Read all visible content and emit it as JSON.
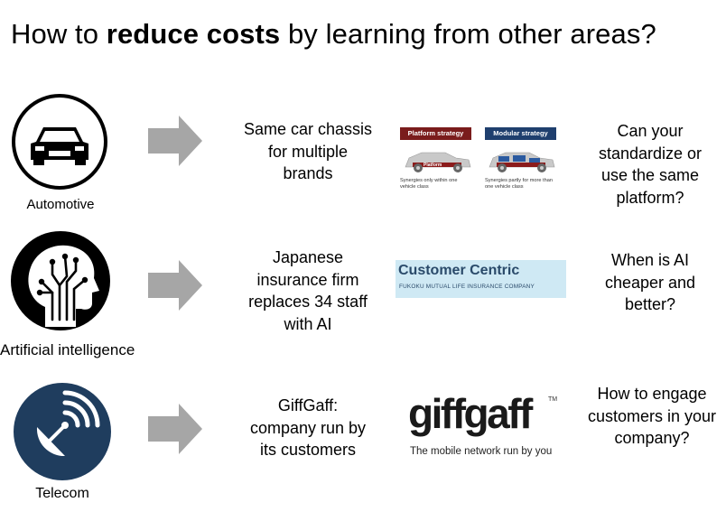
{
  "title": {
    "prefix": "How to ",
    "bold": "reduce costs",
    "suffix": " by learning from other areas?"
  },
  "rows": [
    {
      "icon": "car-icon",
      "area": "Automotive",
      "description": [
        "Same car chassis",
        "for multiple",
        "brands"
      ],
      "question": [
        "Can your",
        "standardize or",
        "use the same",
        "platform?"
      ]
    },
    {
      "icon": "ai-head-icon",
      "area": "Artificial intelligence",
      "description": [
        "Japanese",
        "insurance firm",
        "replaces 34 staff",
        "with AI"
      ],
      "question": [
        "When is AI",
        "cheaper and",
        "better?"
      ]
    },
    {
      "icon": "satellite-dish-icon",
      "area": "Telecom",
      "description": [
        "GiffGaff:",
        "company run by",
        "its customers"
      ],
      "question": [
        "How to engage",
        "customers in your",
        "company?"
      ]
    }
  ],
  "strategy_image": {
    "platform_label": "Platform strategy",
    "modular_label": "Modular strategy",
    "platform_car_label": "Platform",
    "platform_caption": [
      "Synergies only within one",
      "vehicle class"
    ],
    "modular_caption": [
      "Synergies partly for more than",
      "one vehicle class"
    ]
  },
  "customer_centric": {
    "main": "Customer Centric",
    "sub": "FUKOKU MUTUAL LIFE INSURANCE COMPANY"
  },
  "giffgaff_logo": {
    "word": "giffgaff",
    "tm": "TM",
    "tagline": "The mobile network run by you"
  },
  "colors": {
    "arrow": "#a6a6a6",
    "telecom_circle": "#1f3d5e",
    "platform_head": "#7a1c1c",
    "modular_head": "#1f3f6e"
  }
}
